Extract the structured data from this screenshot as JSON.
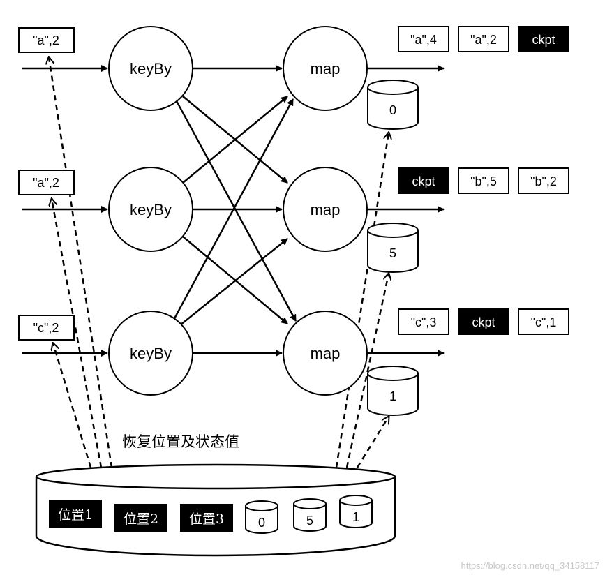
{
  "operators": {
    "keyby": [
      "keyBy",
      "keyBy",
      "keyBy"
    ],
    "map": [
      "map",
      "map",
      "map"
    ]
  },
  "inputs": [
    "\"a\",2",
    "\"a\",2",
    "\"c\",2"
  ],
  "outputs": [
    [
      "\"a\",4",
      "\"a\",2",
      "ckpt"
    ],
    [
      "ckpt",
      "\"b\",5",
      "\"b\",2"
    ],
    [
      "\"c\",3",
      "ckpt",
      "\"c\",1"
    ]
  ],
  "output_dark": [
    [
      false,
      false,
      true
    ],
    [
      true,
      false,
      false
    ],
    [
      false,
      true,
      false
    ]
  ],
  "state_values": [
    "0",
    "5",
    "1"
  ],
  "restore_label": "恢复位置及状态值",
  "storage": {
    "positions": [
      "位置1",
      "位置2",
      "位置3"
    ],
    "values": [
      "0",
      "5",
      "1"
    ]
  },
  "watermark": "https://blog.csdn.net/qq_34158117"
}
